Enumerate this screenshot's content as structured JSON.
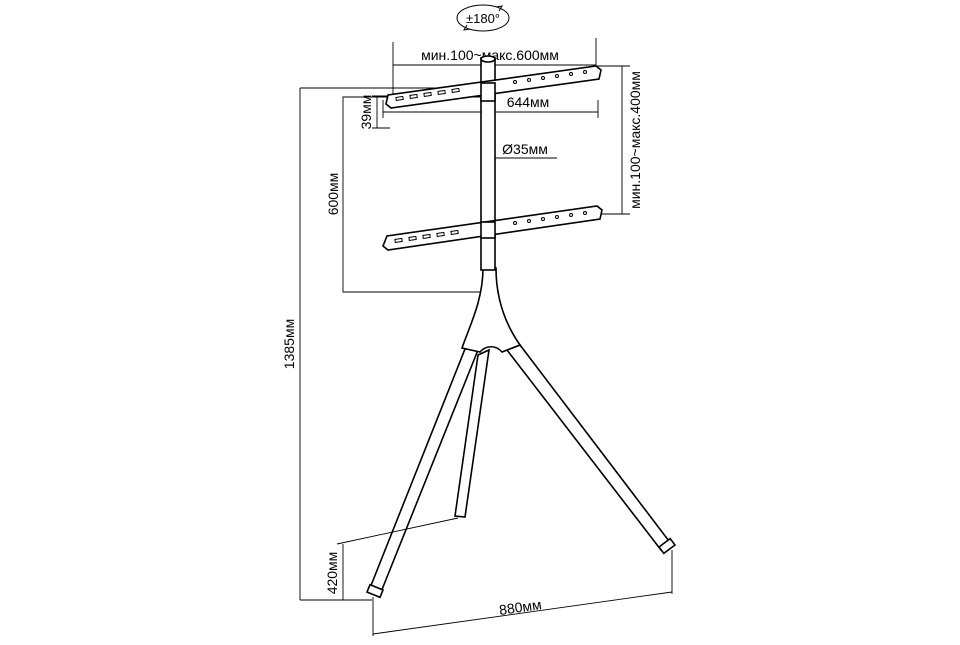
{
  "diagram": {
    "rotation_label": "±180°",
    "labels": {
      "vesa_horizontal": "мин.100~макс.600мм",
      "bracket_width": "644мм",
      "bracket_height": "39мм",
      "pole_diameter": "Ø35мм",
      "vesa_vertical": "мин.100~макс.400мм",
      "center_height": "600мм",
      "total_height": "1385мм",
      "leg_clearance": "420мм",
      "base_width": "880мм"
    }
  }
}
